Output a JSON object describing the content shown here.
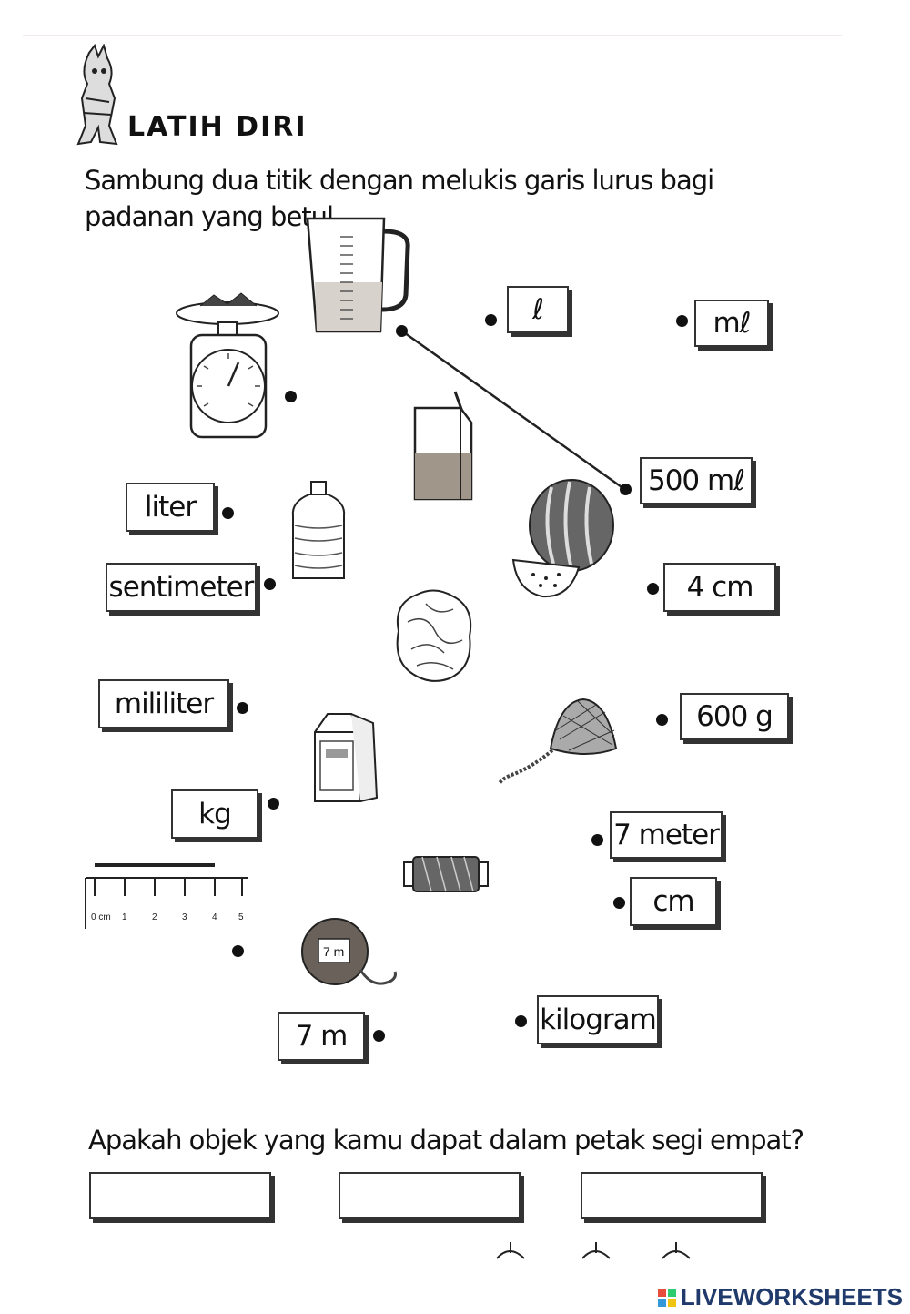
{
  "header": {
    "title": "LATIH DIRI",
    "instruction": "Sambung dua titik dengan melukis garis lurus bagi padanan yang betul."
  },
  "labels": {
    "l": "ℓ",
    "ml": "mℓ",
    "ml500": "500 mℓ",
    "liter": "liter",
    "sentimeter": "sentimeter",
    "cm4": "4 cm",
    "mililiter": "mililiter",
    "g600": "600 g",
    "kg": "kg",
    "meter7": "7 meter",
    "cm": "cm",
    "m7": "7 m",
    "kilogram": "kilogram"
  },
  "illustrations": {
    "ruler_ticks": [
      "0 cm",
      "1",
      "2",
      "3",
      "4",
      "5"
    ],
    "tape_label": "7 m"
  },
  "question": "Apakah objek yang kamu dapat dalam petak segi empat?",
  "footer": {
    "brand": "LIVEWORKSHEETS"
  }
}
